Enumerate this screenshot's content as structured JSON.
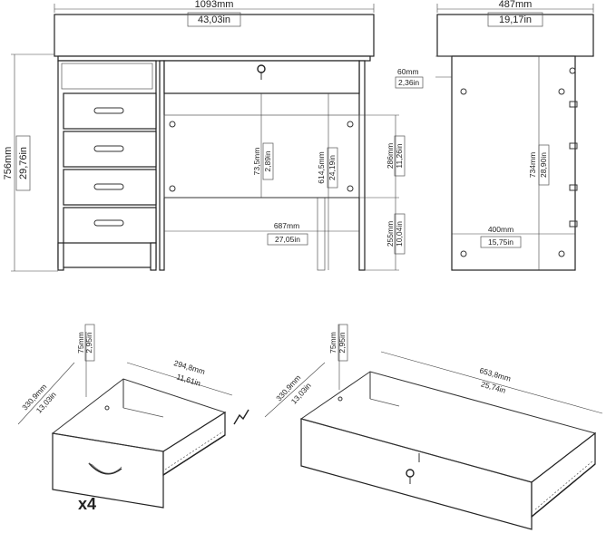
{
  "desk_front": {
    "width_mm": "1093mm",
    "width_in": "43,03in",
    "height_mm": "756mm",
    "height_in": "29,76in",
    "shelf_height_mm": "73,5mm",
    "shelf_height_in": "2,89in",
    "opening_height_mm": "614,5mm",
    "opening_height_in": "24,19in",
    "panel_height_mm": "286mm",
    "panel_height_in": "11,26in",
    "floor_gap_mm": "255mm",
    "floor_gap_in": "10,04in",
    "opening_width_mm": "687mm",
    "opening_width_in": "27,05in"
  },
  "desk_side": {
    "depth_mm": "487mm",
    "depth_in": "19,17in",
    "top_offset_mm": "60mm",
    "top_offset_in": "2,36in",
    "inner_height_mm": "734mm",
    "inner_height_in": "28,90in",
    "inner_depth_mm": "400mm",
    "inner_depth_in": "15,75in"
  },
  "small_drawer": {
    "height_mm": "75mm",
    "height_in": "2,95in",
    "depth_mm": "330,9mm",
    "depth_in": "13,03in",
    "width_mm": "294,8mm",
    "width_in": "11,61in",
    "quantity": "x4"
  },
  "large_drawer": {
    "height_mm": "75mm",
    "height_in": "2,95in",
    "depth_mm": "330,9mm",
    "depth_in": "13,03in",
    "width_mm": "653,8mm",
    "width_in": "25,74in"
  }
}
